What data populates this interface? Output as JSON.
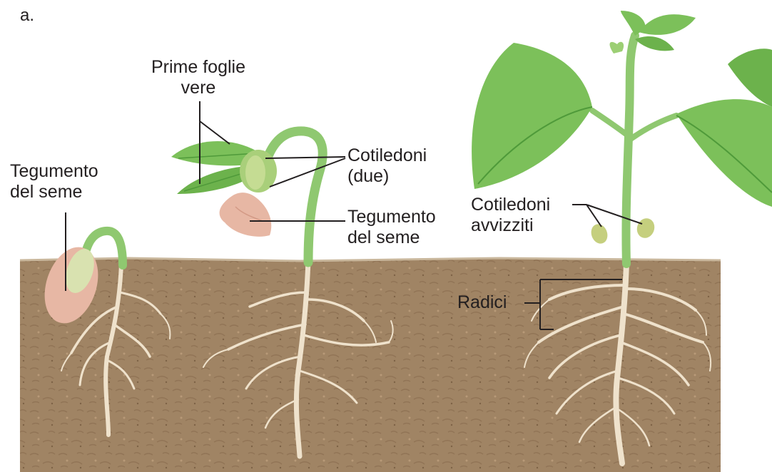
{
  "panel_letter": "a.",
  "labels": {
    "prime_foglie_line1": "Prime foglie",
    "prime_foglie_line2": "vere",
    "tegumento_left_line1": "Tegumento",
    "tegumento_left_line2": "del seme",
    "cotiledoni_line1": "Cotiledoni",
    "cotiledoni_line2": "(due)",
    "tegumento_mid_line1": "Tegumento",
    "tegumento_mid_line2": "del seme",
    "cotiledoni_avv_line1": "Cotiledoni",
    "cotiledoni_avv_line2": "avvizziti",
    "radici": "Radici"
  },
  "colors": {
    "soil": "#a08464",
    "soil_dark": "#8a6e50",
    "leaf": "#7cc05a",
    "leaf_dark": "#4f9a3a",
    "stem": "#8fc870",
    "root": "#efe2cc",
    "seed_coat": "#e7b7a4",
    "cotyledon": "#c5cf7e"
  }
}
